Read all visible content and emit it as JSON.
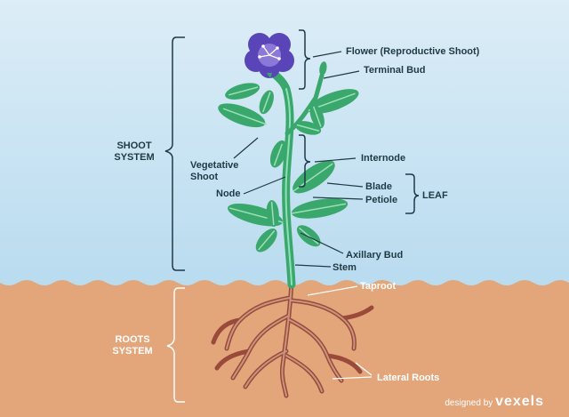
{
  "labels": {
    "flower": "Flower (Reproductive Shoot)",
    "terminal_bud": "Terminal Bud",
    "shoot_system": "SHOOT\nSYSTEM",
    "vegetative_shoot": "Vegetative\nShoot",
    "internode": "Internode",
    "node": "Node",
    "blade": "Blade",
    "petiole": "Petiole",
    "leaf": "LEAF",
    "axillary_bud": "Axillary Bud",
    "stem": "Stem",
    "taproot": "Taproot",
    "roots_system": "ROOTS\nSYSTEM",
    "lateral_roots": "Lateral Roots"
  },
  "watermark": {
    "prefix": "designed by",
    "brand": "vexels"
  },
  "colors": {
    "sky_top": "#d9ecf6",
    "sky_bottom": "#b9dcf0",
    "soil": "#e3a57a",
    "leaf": "#3aa76d",
    "leaf_vein": "#9be0b8",
    "stem": "#3aa76d",
    "stem_highlight": "#8fe0b8",
    "petal": "#5a45b8",
    "petal_light": "#8a7ad8",
    "root_dark": "#9a4a3a",
    "root_light": "#c9957f",
    "text_dark": "#1f3a44",
    "text_light": "#ffffff"
  }
}
